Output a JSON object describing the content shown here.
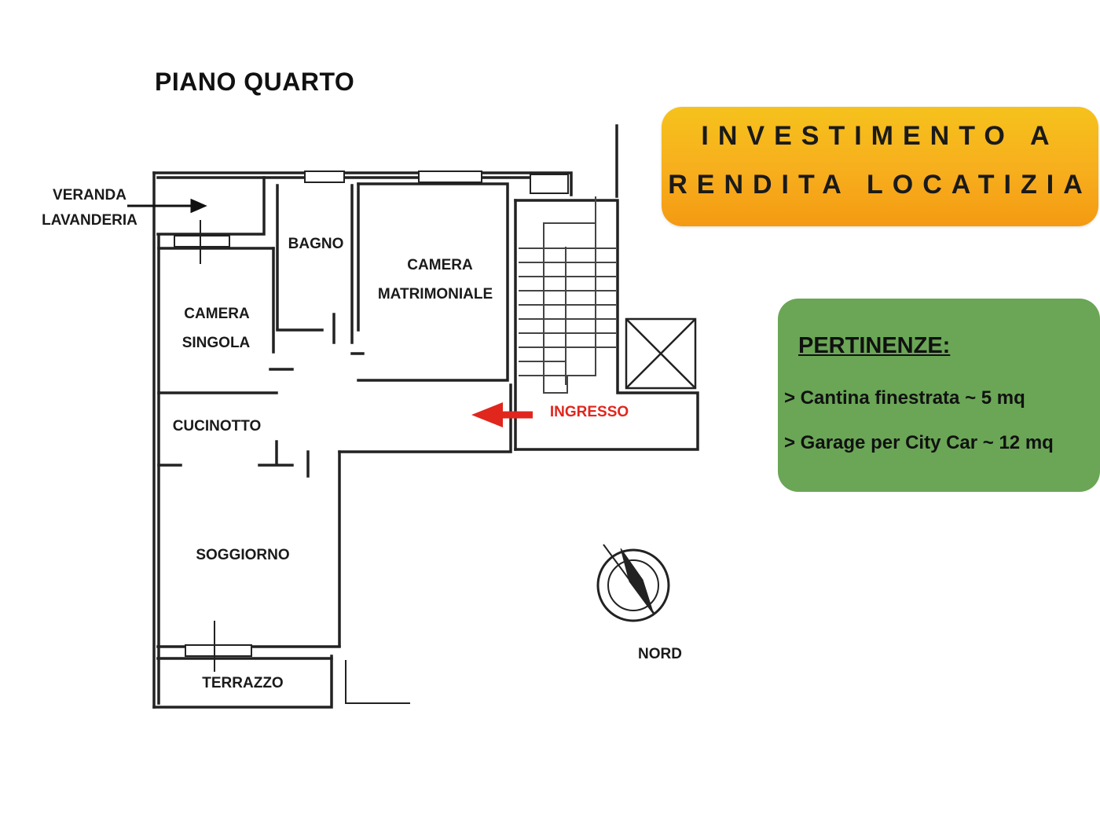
{
  "plan": {
    "title": "PIANO QUARTO",
    "rooms": {
      "veranda": "VERANDA",
      "lavanderia": "LAVANDERIA",
      "bagno": "BAGNO",
      "camera_matrimoniale_1": "CAMERA",
      "camera_matrimoniale_2": "MATRIMONIALE",
      "camera_singola_1": "CAMERA",
      "camera_singola_2": "SINGOLA",
      "cucinotto": "CUCINOTTO",
      "soggiorno": "SOGGIORNO",
      "terrazzo": "TERRAZZO"
    },
    "entry_label": "INGRESSO",
    "north_label": "NORD",
    "entry_arrow_color": "#e0261d"
  },
  "investment_banner": {
    "line1": "INVESTIMENTO A",
    "line2": "RENDITA LOCATIZIA",
    "color": "#f7ae1d"
  },
  "pertinenze": {
    "heading": "PERTINENZE:",
    "items": [
      "> Cantina finestrata ~ 5 mq",
      "> Garage per City Car ~ 12 mq"
    ],
    "color": "#6aa656"
  }
}
